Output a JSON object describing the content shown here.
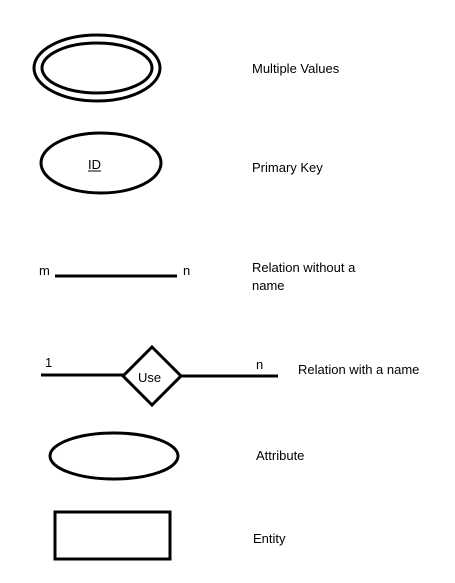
{
  "legend": {
    "multiple_values": {
      "label": "Multiple Values"
    },
    "primary_key": {
      "label": "Primary Key",
      "shape_text": "ID"
    },
    "relation_without_name": {
      "label_line1": "Relation without a",
      "label_line2": "name",
      "left_cardinality": "m",
      "right_cardinality": "n"
    },
    "relation_with_name": {
      "label": "Relation with a name",
      "left_cardinality": "1",
      "right_cardinality": "n",
      "shape_text": "Use"
    },
    "attribute": {
      "label": "Attribute"
    },
    "entity": {
      "label": "Entity"
    }
  }
}
